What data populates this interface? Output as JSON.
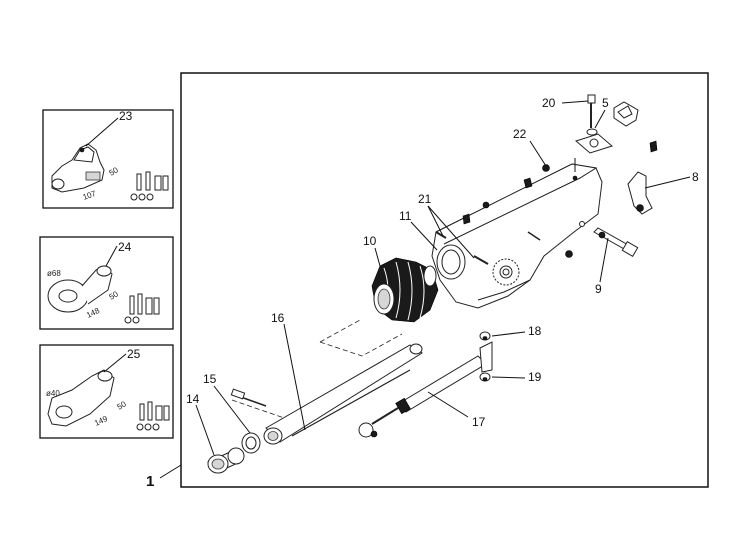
{
  "diagram": {
    "main_assembly_label": "1",
    "callouts": [
      "20",
      "5",
      "22",
      "8",
      "21",
      "11",
      "10",
      "9",
      "16",
      "18",
      "15",
      "19",
      "14",
      "17"
    ],
    "option_panels": [
      {
        "label": "23",
        "dims": [
          "50",
          "107"
        ]
      },
      {
        "label": "24",
        "dia": "ø68",
        "dims": [
          "50",
          "148"
        ]
      },
      {
        "label": "25",
        "dia": "ø40",
        "dims": [
          "50",
          "149"
        ]
      }
    ]
  }
}
